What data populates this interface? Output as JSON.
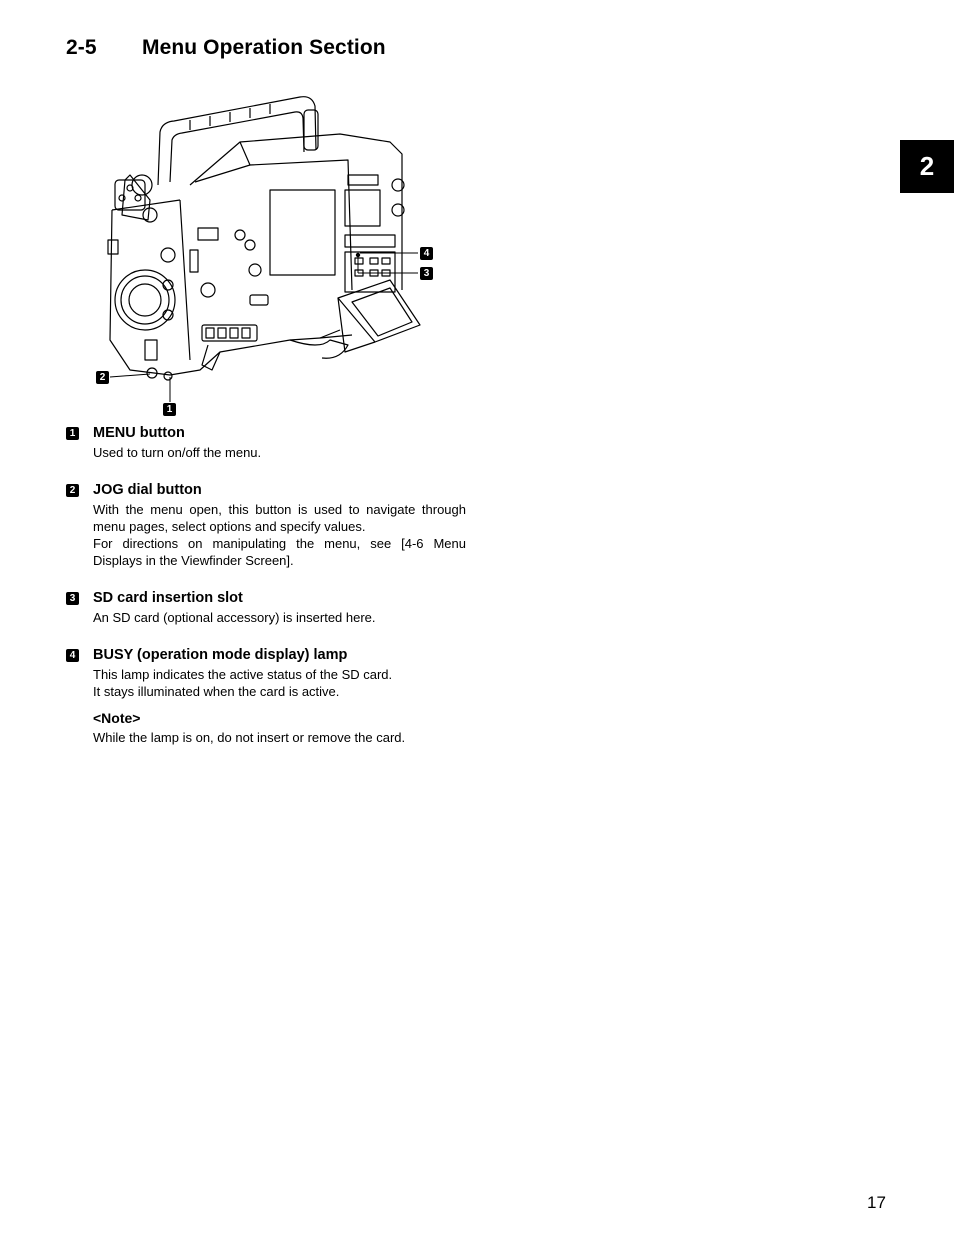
{
  "section": {
    "number": "2-5",
    "title": "Menu Operation Section"
  },
  "chapter_tab": "2",
  "figure": {
    "callouts": [
      "1",
      "2",
      "3",
      "4"
    ],
    "icons": [
      "camcorder-illustration"
    ]
  },
  "items": [
    {
      "badge": "1",
      "title": "MENU button",
      "body": [
        "Used to turn on/off the menu."
      ]
    },
    {
      "badge": "2",
      "title": "JOG dial button",
      "body": [
        "With the menu open, this button is used to navigate through menu pages, select options and specify values.",
        "For directions on manipulating the menu, see [4-6 Menu Displays in the Viewfinder Screen]."
      ]
    },
    {
      "badge": "3",
      "title": "SD card insertion slot",
      "body": [
        "An SD card (optional accessory) is inserted here."
      ]
    },
    {
      "badge": "4",
      "title": "BUSY (operation mode display) lamp",
      "body": [
        "This lamp indicates the active status of the SD card.",
        "It stays illuminated when the card is active."
      ],
      "note_title": "<Note>",
      "note_body": "While the lamp is on, do not insert or remove the card."
    }
  ],
  "page_number": "17"
}
